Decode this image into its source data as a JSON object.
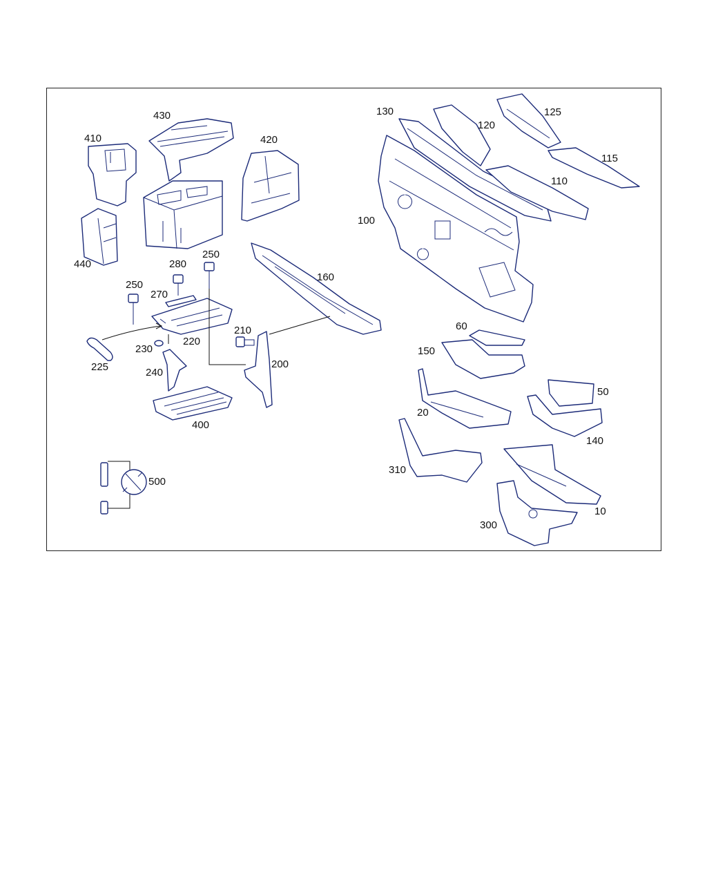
{
  "diagram": {
    "callouts": [
      "430",
      "410",
      "420",
      "440",
      "250",
      "280",
      "250",
      "270",
      "220",
      "230",
      "225",
      "240",
      "210",
      "200",
      "160",
      "400",
      "500",
      "130",
      "120",
      "125",
      "115",
      "110",
      "100",
      "60",
      "150",
      "50",
      "20",
      "140",
      "310",
      "10",
      "300"
    ],
    "colors": {
      "line": "#1b2a78",
      "text": "#111111",
      "frame": "#222222"
    },
    "icons": [
      "wrench-icon"
    ]
  }
}
